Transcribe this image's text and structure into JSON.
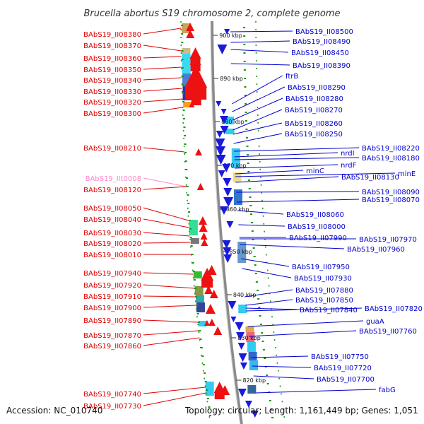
{
  "title": "Brucella abortus S19 chromosome 2, complete genome",
  "footer": {
    "accession": "Accession: NC_010740",
    "stats": "Topology: circular; Length: 1,161,449 bp; Genes: 1,051"
  },
  "colors": {
    "left_label": "#dd0000",
    "right_label": "#0000cc",
    "rna_label": "#ff88cc",
    "forward_gene": "#ee1111",
    "reverse_gene": "#1a1adb",
    "backbone": "#8a8a8a",
    "tick": "#119911"
  },
  "kbp_ticks": [
    "900 kbp",
    "890 kbp",
    "880 kbp",
    "870 kbp",
    "860 kbp",
    "850 kbp",
    "840 kbp",
    "830 kbp",
    "820 kbp"
  ],
  "left_labels": [
    "BAbS19_II08380",
    "BAbS19_II08370",
    "BAbS19_II08360",
    "BAbS19_II08350",
    "BAbS19_II08340",
    "BAbS19_II08330",
    "BAbS19_II08320",
    "BAbS19_II08300",
    "BAbS19_II08210",
    "BAbS19_IIt0008",
    "BAbS19_II08120",
    "BAbS19_II08050",
    "BAbS19_II08040",
    "BAbS19_II08030",
    "BAbS19_II08020",
    "BAbS19_II08010",
    "BAbS19_II07940",
    "BAbS19_II07920",
    "BAbS19_II07910",
    "BAbS19_II07900",
    "BAbS19_II07890",
    "BAbS19_II07870",
    "BAbS19_II07860",
    "BAbS19_II07740",
    "BAbS19_II07730"
  ],
  "right_labels": [
    "BAbS19_II08500",
    "BAbS19_II08490",
    "BAbS19_II08450",
    "BAbS19_II08390",
    "ftrB",
    "BAbS19_II08290",
    "BAbS19_II08280",
    "BAbS19_II08270",
    "BAbS19_II08260",
    "BAbS19_II08250",
    "BAbS19_II08220",
    "nrdI",
    "BAbS19_II08180",
    "nrdF",
    "minC",
    "minE",
    "BAbS19_II08130",
    "BAbS19_II08090",
    "BAbS19_II08070",
    "BAbS19_II08060",
    "BAbS19_II08000",
    "BAbS19_II07990",
    "BAbS19_II07970",
    "BAbS19_II07960",
    "BAbS19_II07950",
    "BAbS19_II07930",
    "BAbS19_II07880",
    "BAbS19_II07850",
    "BAbS19_II07840",
    "BAbS19_II07820",
    "guaA",
    "BAbS19_II07760",
    "BAbS19_II07750",
    "BAbS19_II07720",
    "BAbS19_II07700",
    "fabG"
  ]
}
